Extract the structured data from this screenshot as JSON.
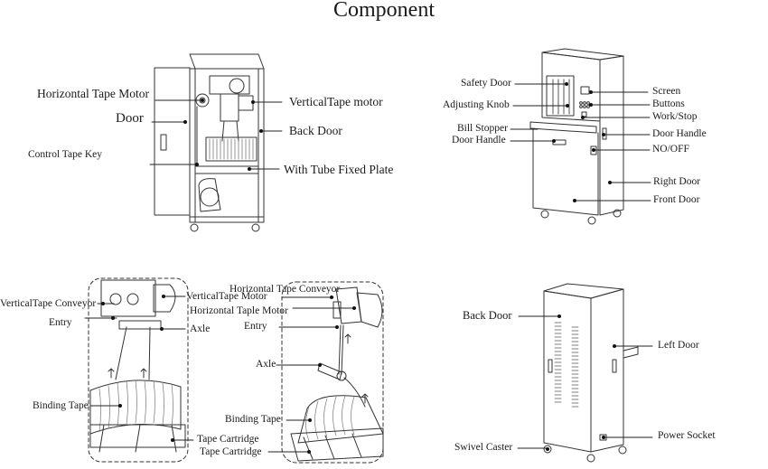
{
  "title": "Component",
  "panels": {
    "interior_view": {
      "labels": {
        "horizontal_tape_motor": "Horizontal Tape Motor",
        "door": "Door",
        "control_tape_key": "Control Tape Key",
        "vertical_tape_motor": "VerticalTape motor",
        "back_door": "Back Door",
        "tube_fixed_plate": "With Tube Fixed Plate"
      }
    },
    "front_view": {
      "labels": {
        "safety_door": "Safety Door",
        "adjusting_knob": "Adjusting Knob",
        "bill_stopper": "Bill Stopper",
        "door_handle_left": "Door Handle",
        "screen": "Screen",
        "buttons": "Buttons",
        "work_stop": "Work/Stop",
        "door_handle_right": "Door  Handle",
        "no_off": "NO/OFF",
        "right_door": "Right  Door",
        "front_door": "Front  Door"
      }
    },
    "vertical_mechanism": {
      "labels": {
        "vertical_tape_conveyor": "VerticalTape Conveyor",
        "entry": "Entry",
        "vertical_tape_motor": "VerticalTape Motor",
        "horizontal_taple_motor": "Horizontal Taple Motor",
        "axle": "Axle",
        "binding_tape": "Binding Tape",
        "tape_cartridge": "Tape Cartridge"
      }
    },
    "horizontal_mechanism": {
      "labels": {
        "horizontal_tape_conveyor": "Horizontal Tape Conveyor",
        "entry": "Entry",
        "axle": "Axle",
        "binding_tape": "Binding  Tape",
        "tape_cartridge": "Tape  Cartridge"
      }
    },
    "rear_view": {
      "labels": {
        "back_door": "Back  Door",
        "left_door": "Left  Door",
        "power_socket": "Power Socket",
        "swivel_caster": "Swivel Caster"
      }
    }
  }
}
